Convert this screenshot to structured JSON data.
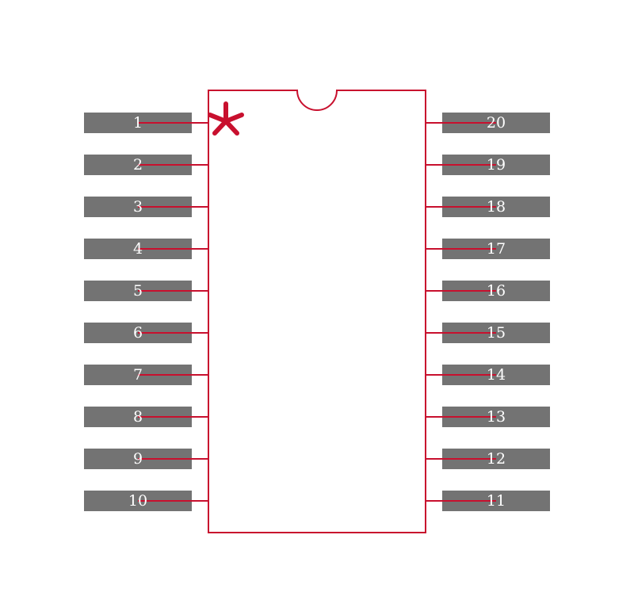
{
  "colors": {
    "outline": "#c8102e",
    "pad": "#737373",
    "label": "#ffffff",
    "background": "#ffffff"
  },
  "pin1_marker_icon": "asterisk-icon",
  "pins": {
    "left": [
      "1",
      "2",
      "3",
      "4",
      "5",
      "6",
      "7",
      "8",
      "9",
      "10"
    ],
    "right": [
      "20",
      "19",
      "18",
      "17",
      "16",
      "15",
      "14",
      "13",
      "12",
      "11"
    ]
  }
}
